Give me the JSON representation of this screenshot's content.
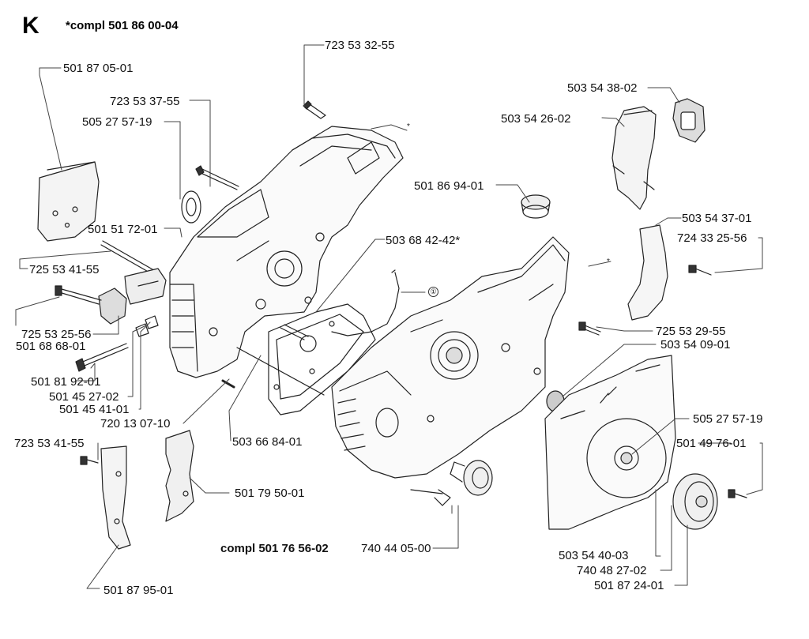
{
  "section_letter": "K",
  "assembly_number": "*compl 501 86 00-04",
  "sub_assembly_number": "compl 501 76 56-02",
  "reference_mark": "①",
  "asterisk_mark": "*",
  "parts": [
    "723 53 32-55",
    "501 87 05-01",
    "723 53 37-55",
    "505 27 57-19",
    "503 54 38-02",
    "503 54 26-02",
    "501 86 94-01",
    "501 51 72-01",
    "503 68 42-42*",
    "503 54 37-01",
    "724 33 25-56",
    "725 53 41-55",
    "725 53 25-56",
    "501 68 68-01",
    "725 53 29-55",
    "503 54 09-01",
    "501 81 92-01",
    "501 45 27-02",
    "501 45 41-01",
    "720 13 07-10",
    "503 66 84-01",
    "505 27 57-19",
    "723 53 41-55",
    "501 49 76-01",
    "501 79 50-01",
    "740 44 05-00",
    "503 54 40-03",
    "740 48 27-02",
    "501 87 24-01",
    "501 87 95-01"
  ]
}
